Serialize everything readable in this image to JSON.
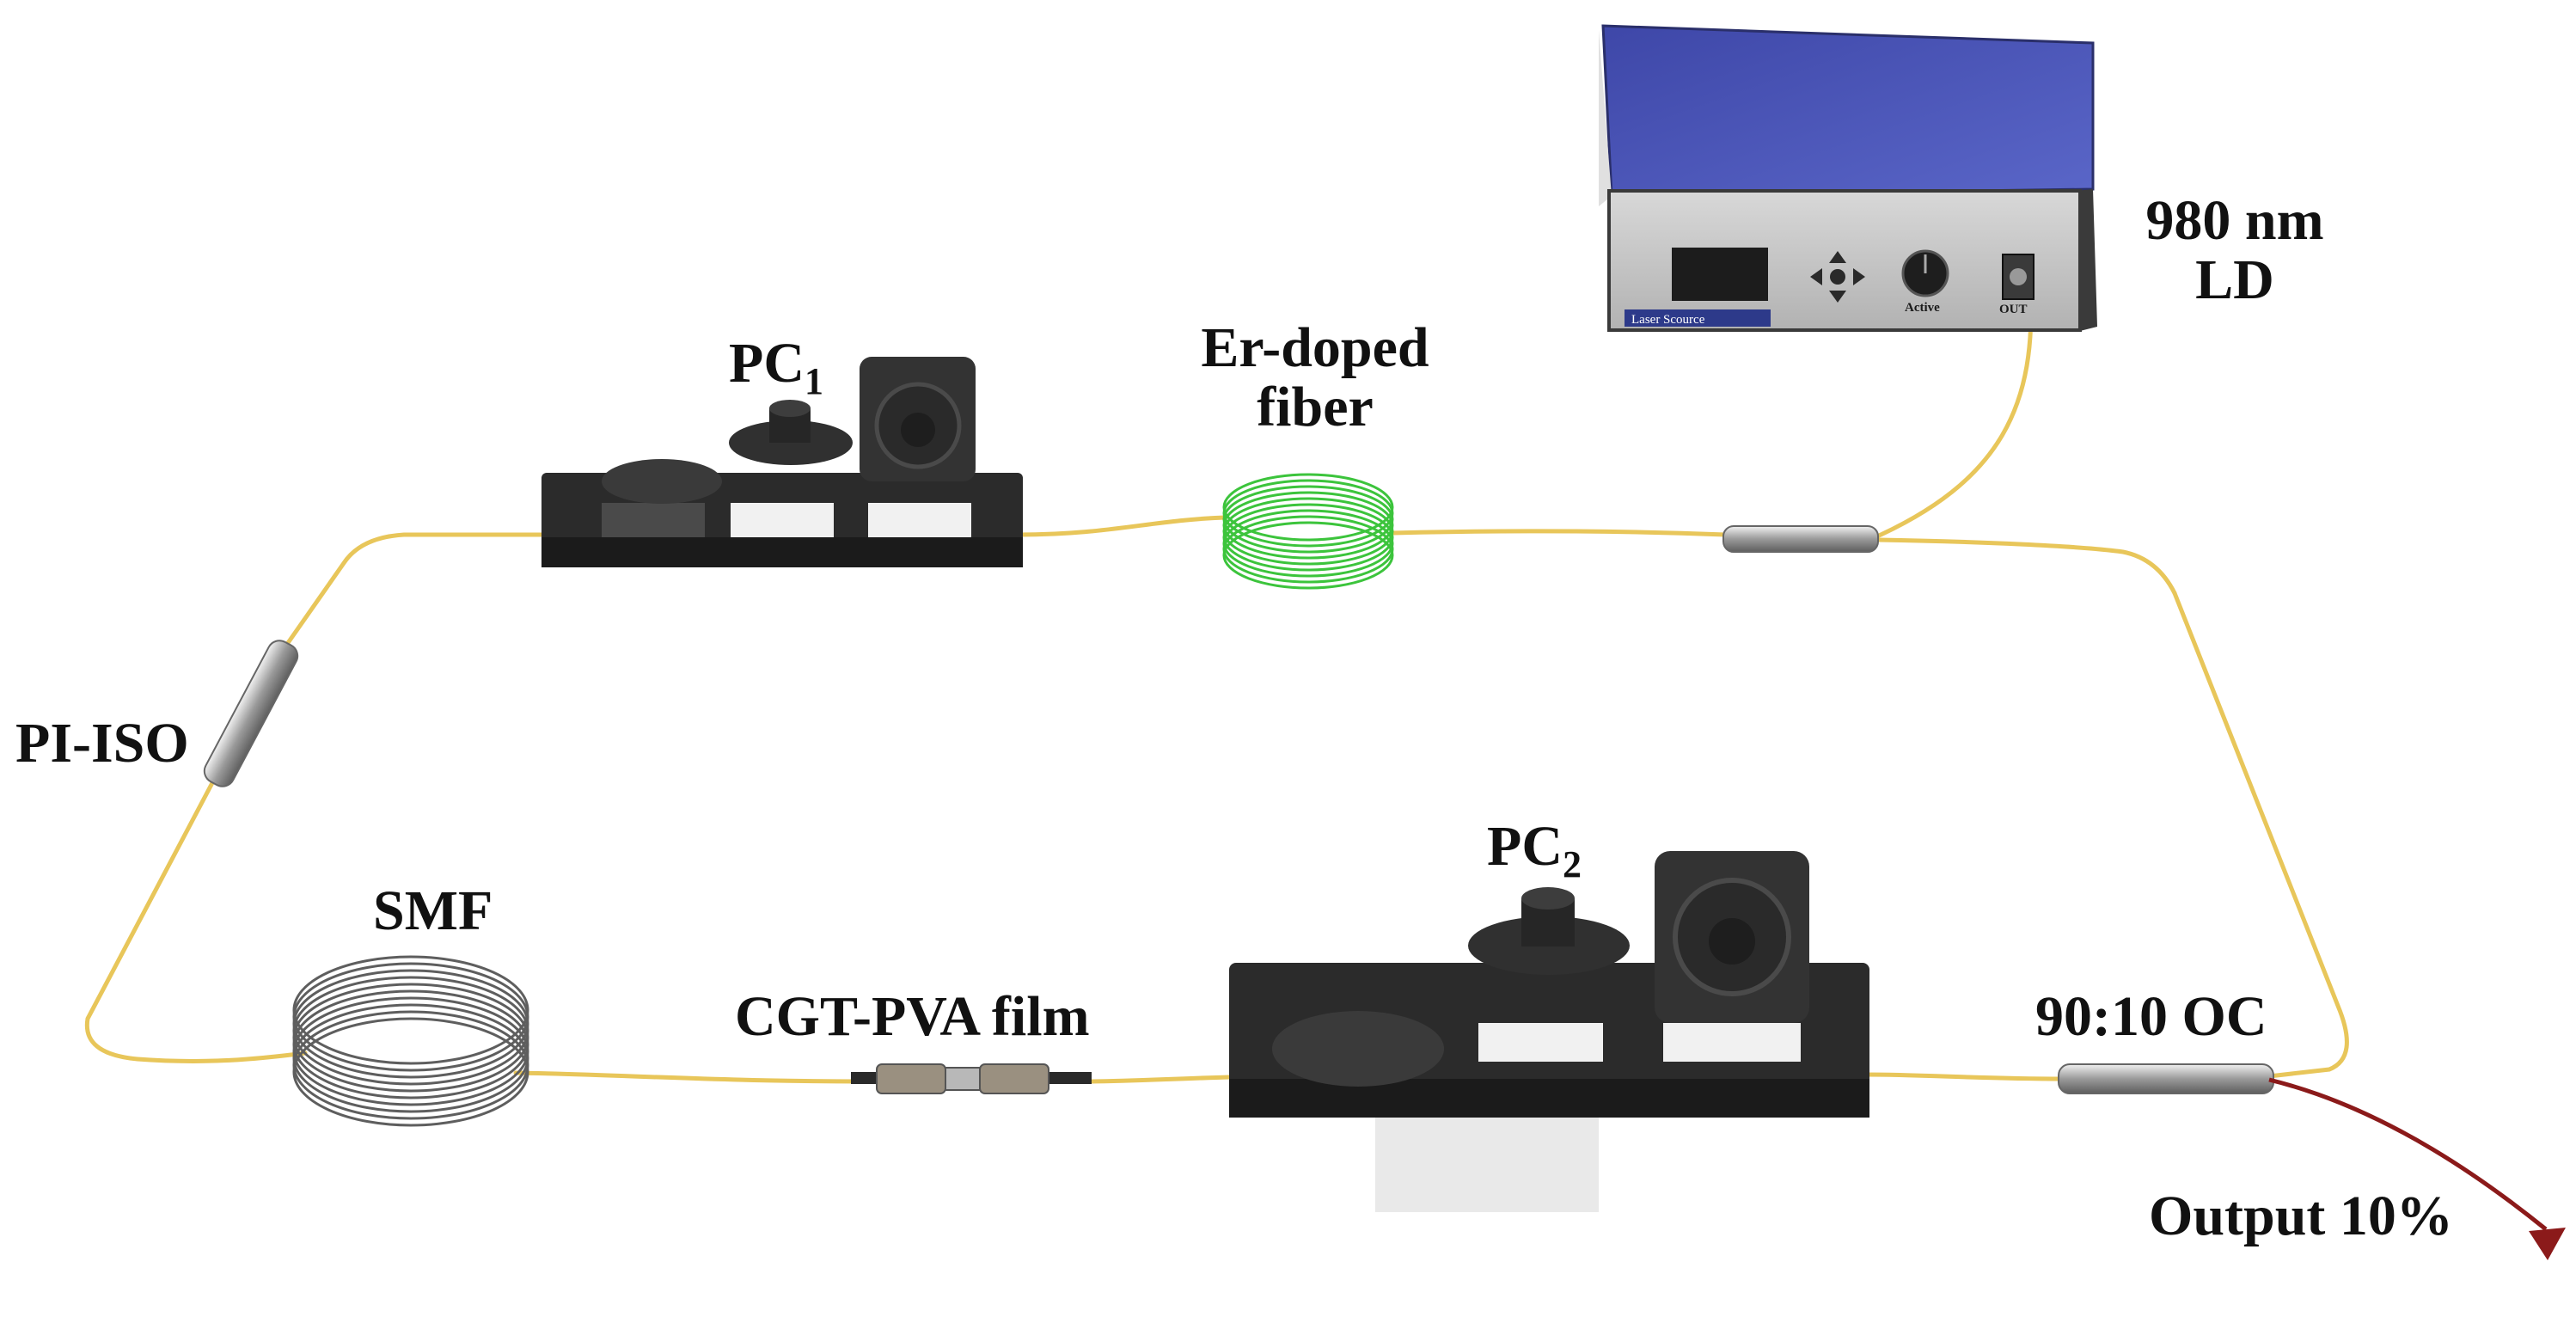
{
  "labels": {
    "ld_line1": "980 nm",
    "ld_line2": "LD",
    "pc1_main": "PC",
    "pc1_sub": "1",
    "er_line1": "Er-doped",
    "er_line2": "fiber",
    "pi_iso": "PI-ISO",
    "smf": "SMF",
    "cgt": "CGT-PVA film",
    "pc2_main": "PC",
    "pc2_sub": "2",
    "oc": "90:10 OC",
    "output": "Output 10%"
  },
  "laser_panel": {
    "brand": "Laser Scource",
    "knob_label": "Active",
    "port_label": "OUT"
  },
  "colors": {
    "fiber": "#e8c65a",
    "laser_top": "#4a55b5",
    "laser_panel": "#c9c9c9",
    "er_coil": "#3cc43c",
    "smf_coil": "#6a6a6a",
    "output_arrow": "#8b1a1a",
    "controller_body": "#2a2a2a"
  }
}
